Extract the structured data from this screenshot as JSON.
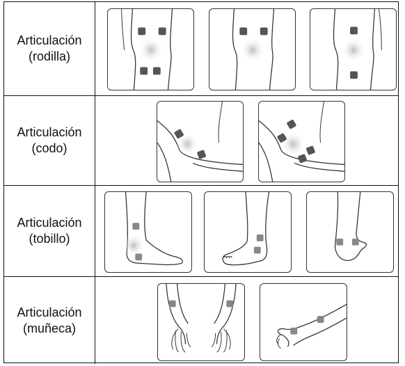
{
  "rows": [
    {
      "title": "Articulación",
      "subtitle": "(rodilla)"
    },
    {
      "title": "Articulación",
      "subtitle": "(codo)"
    },
    {
      "title": "Articulación",
      "subtitle": "(tobillo)"
    },
    {
      "title": "Articulación",
      "subtitle": "(muñeca)"
    }
  ],
  "colors": {
    "electrode_dark": "#555555",
    "electrode_light": "#888888",
    "pain_glow": "#bdbdbd",
    "line": "#333333"
  },
  "icons": [
    "knee-illustration",
    "elbow-illustration",
    "ankle-illustration",
    "wrist-illustration",
    "electrode-pad-icon"
  ]
}
